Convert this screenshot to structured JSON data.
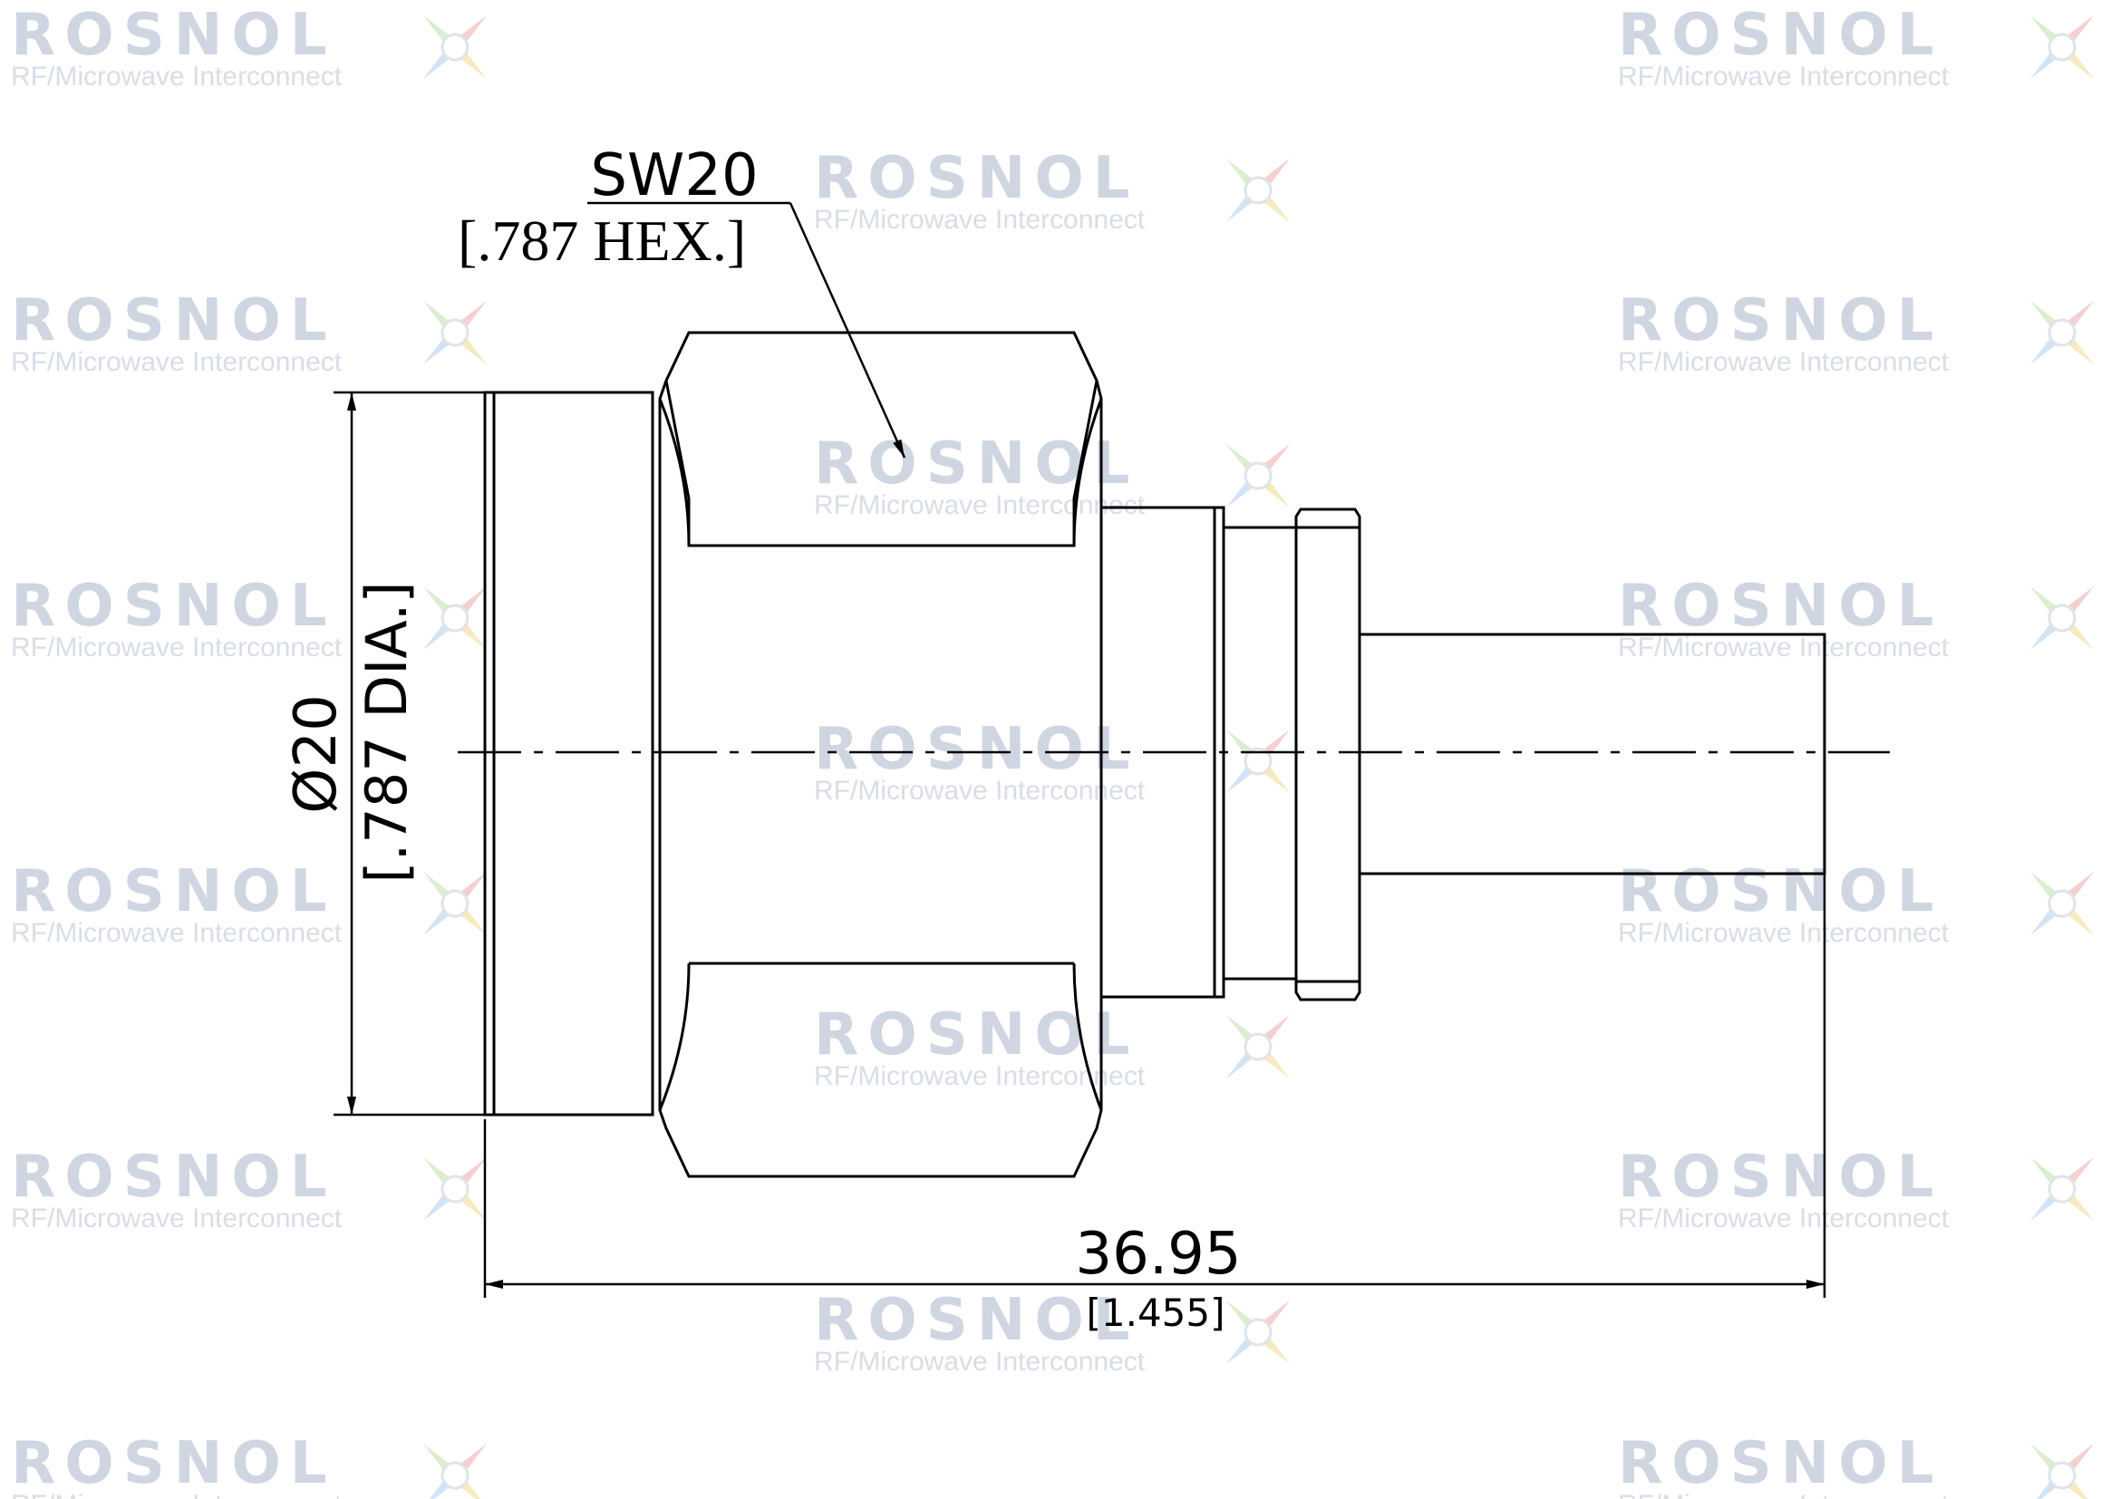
{
  "watermark": {
    "brand": "ROSNOL",
    "tagline": "RF/Microwave Interconnect",
    "brand_color": "#cfd6e2",
    "tagline_color": "#d8dde6",
    "star_icon": "star-logo-icon"
  },
  "dimensions": {
    "hex_size": "SW20",
    "hex_size_inch": "[.787 HEX.]",
    "diameter": "Ø20",
    "diameter_inch": "[.787 DIA.]",
    "length": "36.95",
    "length_inch": "[1.455]"
  },
  "colors": {
    "line": "#000000",
    "background": "#ffffff"
  }
}
